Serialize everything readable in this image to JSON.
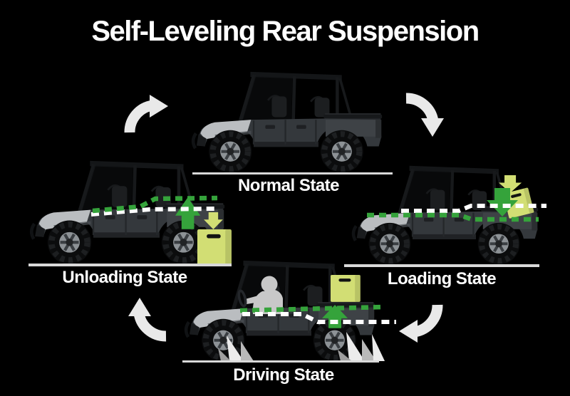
{
  "title": "Self-Leveling Rear Suspension",
  "states": {
    "normal": {
      "label": "Normal State"
    },
    "loading": {
      "label": "Loading State"
    },
    "driving": {
      "label": "Driving State"
    },
    "unloading": {
      "label": "Unloading State"
    }
  },
  "colors": {
    "background": "#000000",
    "text": "#ffffff",
    "green": "#35a33b",
    "pale_green": "#d2de74",
    "arrow_gray": "#e9e9e9",
    "ground_line": "#d9d9d9",
    "dash_white": "#ffffff",
    "driver_gray": "#c8c8c8"
  },
  "icons": {
    "cycle_arrow": "curved-arrow",
    "down_arrow": "down-arrow",
    "up_arrow": "up-arrow",
    "cargo_box": "cargo-box-with-handle"
  }
}
